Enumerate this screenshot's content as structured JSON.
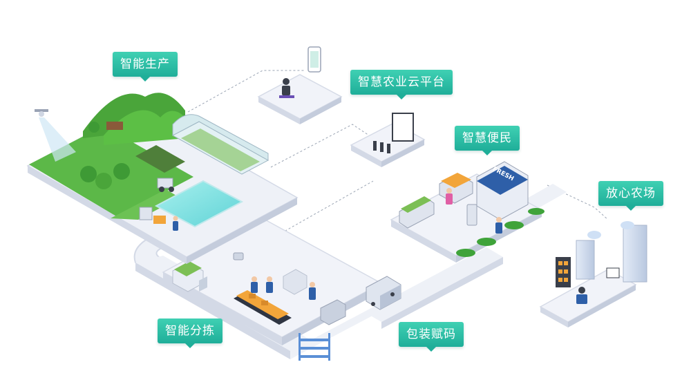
{
  "labels": {
    "production": "智能生产",
    "cloud": "智慧农业云平台",
    "service": "智慧便民",
    "farm": "放心农场",
    "sorting": "智能分拣",
    "packing": "包装赋码"
  },
  "signs": {
    "fresh": "FRESH"
  },
  "colors": {
    "label_top": "#3fd0b3",
    "label_bottom": "#1fae99",
    "platform": "#eef1f7",
    "platform_side": "#d3d9e6",
    "grass": "#5cb848",
    "pool": "#7fe0e0"
  }
}
